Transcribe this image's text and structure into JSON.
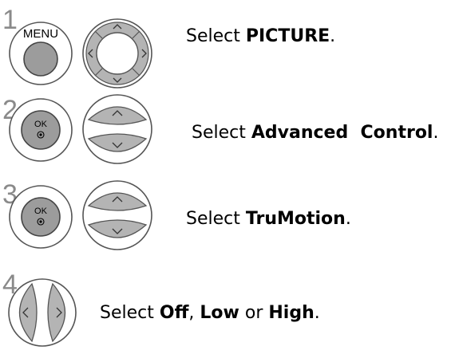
{
  "steps": [
    {
      "number": "1",
      "button": "MENU",
      "instruction": {
        "prefix": "Select ",
        "bold": "PICTURE",
        "suffix": "."
      }
    },
    {
      "number": "2",
      "button": "OK",
      "instruction": {
        "prefix": "Select ",
        "bold": "Advanced  Control",
        "suffix": "."
      }
    },
    {
      "number": "3",
      "button": "OK",
      "instruction": {
        "prefix": "Select ",
        "bold": "TruMotion",
        "suffix": "."
      }
    },
    {
      "number": "4",
      "instruction": {
        "prefix": "Select ",
        "bold1": "Off",
        "sep1": ", ",
        "bold2": "Low",
        "sep2": " or ",
        "bold3": "High",
        "suffix": "."
      }
    }
  ],
  "icons": {
    "step1": [
      "menu-button-icon",
      "nav-four-way-pad-icon"
    ],
    "step2": [
      "ok-button-icon",
      "up-down-pad-icon"
    ],
    "step3": [
      "ok-button-icon",
      "up-down-pad-icon"
    ],
    "step4": [
      "left-right-pad-icon"
    ]
  }
}
